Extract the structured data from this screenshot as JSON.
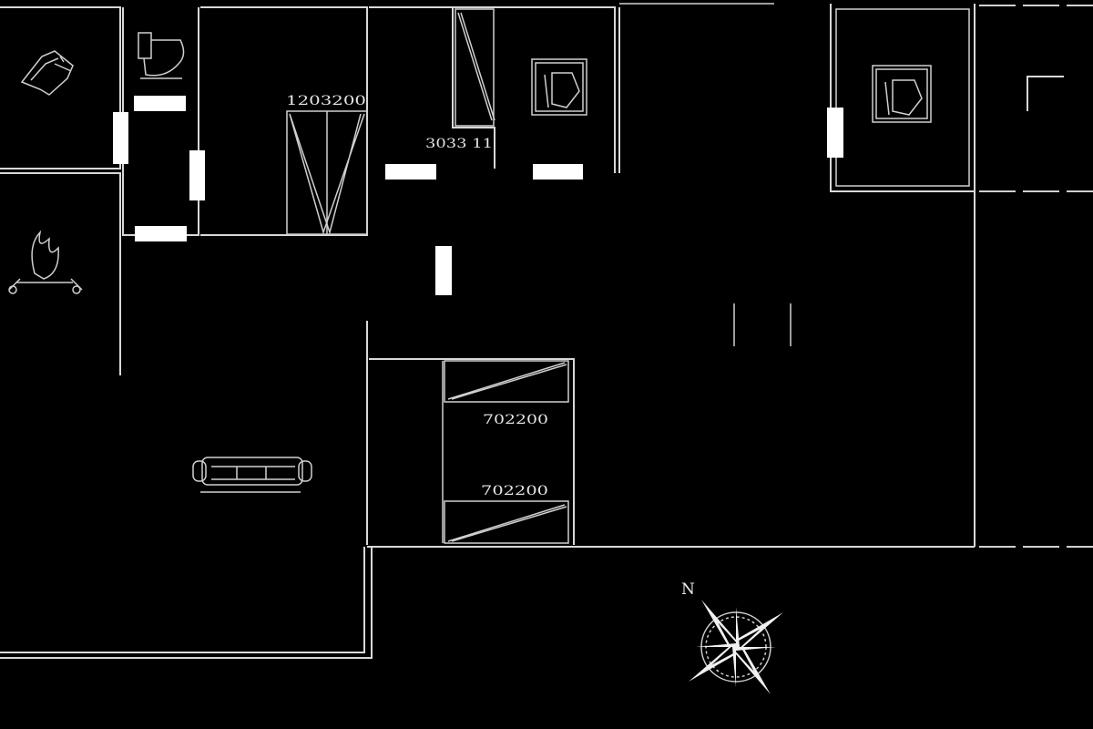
{
  "plan": {
    "background_color": "#000000",
    "line_color": "#d8d8d8",
    "dimension_labels": {
      "top_cabinet": "1203200",
      "side_cabinet": "3033 11",
      "wardrobe_upper": "702200",
      "wardrobe_lower": "702200"
    },
    "compass_north": "N"
  }
}
